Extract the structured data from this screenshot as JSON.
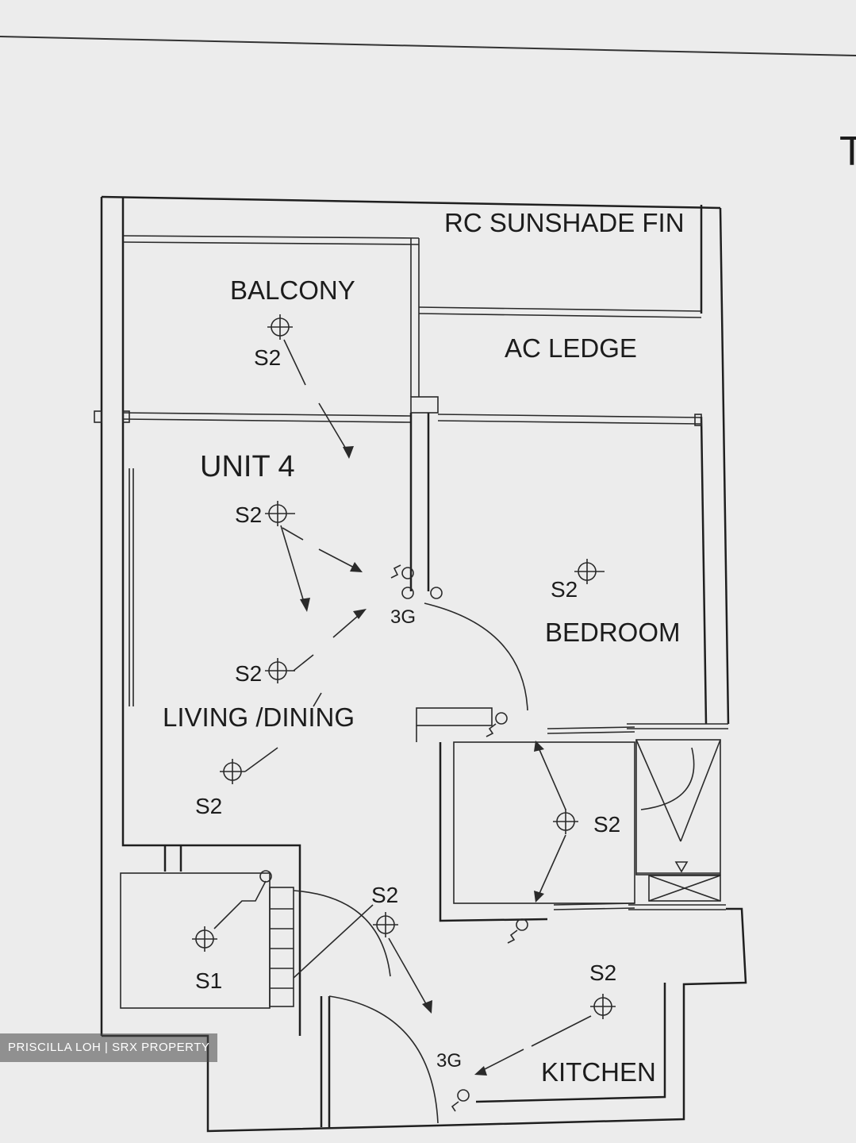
{
  "labels": {
    "corner_letter": "T",
    "rc_sunshade_fin": "RC SUNSHADE FIN",
    "balcony": "BALCONY",
    "ac_ledge": "AC LEDGE",
    "unit": "UNIT 4",
    "bedroom": "BEDROOM",
    "living_dining": "LIVING /DINING",
    "kitchen": "KITCHEN"
  },
  "symbols": {
    "s2": "S2",
    "s1": "S1",
    "three_gang": "3G"
  },
  "watermark": "PRISCILLA LOH | SRX PROPERTY"
}
